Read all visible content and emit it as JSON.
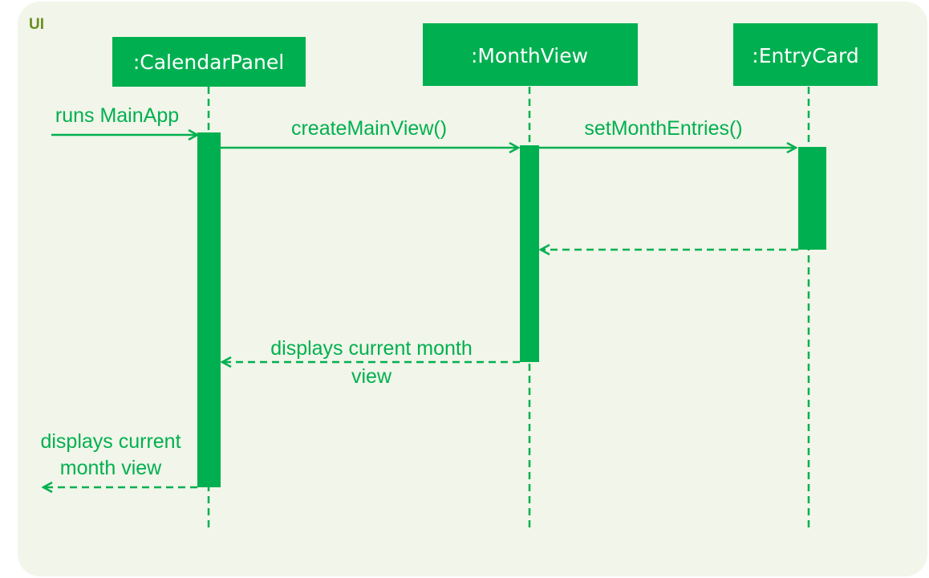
{
  "frame": {
    "label": "UI"
  },
  "participants": [
    {
      "id": "calendar-panel",
      "label": ":CalendarPanel"
    },
    {
      "id": "month-view",
      "label": ":MonthView"
    },
    {
      "id": "entry-card",
      "label": ":EntryCard"
    }
  ],
  "messages": {
    "runs_mainapp": "runs MainApp",
    "create_main_view": "createMainView()",
    "set_month_entries": "setMonthEntries()",
    "return_entry_card": "",
    "displays_month_view": [
      "displays current month",
      "view"
    ],
    "displays_current_month": [
      "displays current",
      "month view"
    ]
  },
  "colors": {
    "accent": "#00b050",
    "frame_bg": "#f2f5e9",
    "frame_label": "#6b8e23"
  }
}
